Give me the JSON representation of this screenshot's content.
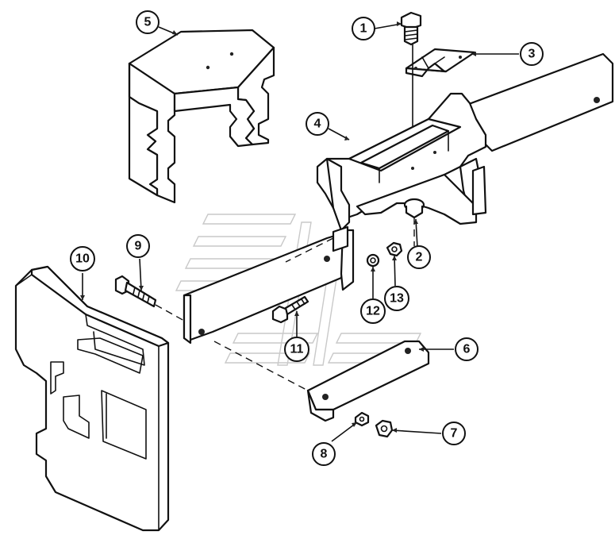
{
  "callouts": [
    {
      "id": "1",
      "label": "1"
    },
    {
      "id": "2",
      "label": "2"
    },
    {
      "id": "3",
      "label": "3"
    },
    {
      "id": "4",
      "label": "4"
    },
    {
      "id": "5",
      "label": "5"
    },
    {
      "id": "6",
      "label": "6"
    },
    {
      "id": "7",
      "label": "7"
    },
    {
      "id": "8",
      "label": "8"
    },
    {
      "id": "9",
      "label": "9"
    },
    {
      "id": "10",
      "label": "10"
    },
    {
      "id": "11",
      "label": "11"
    },
    {
      "id": "12",
      "label": "12"
    },
    {
      "id": "13",
      "label": "13"
    }
  ],
  "colors": {
    "line": "#111111",
    "background": "#ffffff",
    "watermark": "#c9c9c9"
  }
}
